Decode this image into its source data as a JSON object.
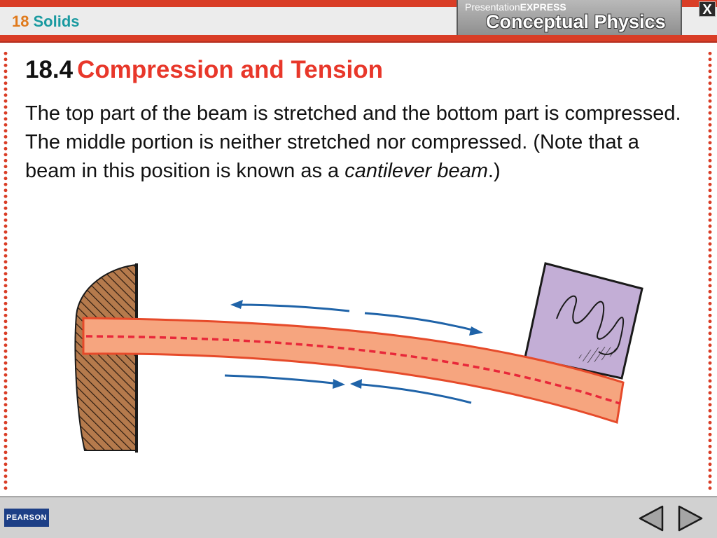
{
  "header": {
    "chapter_number": "18",
    "chapter_name": "Solids",
    "brand_prefix": "Presentation",
    "brand_express": "EXPRESS",
    "brand_title": "Conceptual Physics",
    "close_label": "X"
  },
  "slide": {
    "section": "18.4",
    "title": "Compression and Tension",
    "body_line1": "The top part of the beam is stretched and the bottom part is compressed. The middle portion is neither stretched nor compressed. (Note that a beam in this position is known as a ",
    "body_italic": "cantilever beam",
    "body_end": ".)"
  },
  "footer": {
    "publisher": "PEARSON"
  },
  "colors": {
    "accent_red": "#d93d26",
    "title_red": "#e8372a",
    "beam_fill": "#f6a57f",
    "beam_stroke": "#e64a2a",
    "neutral_axis": "#e8283a",
    "arrow_blue": "#1f63a8",
    "block_fill": "#c3aed6",
    "wall_fill": "#b57a4c"
  }
}
